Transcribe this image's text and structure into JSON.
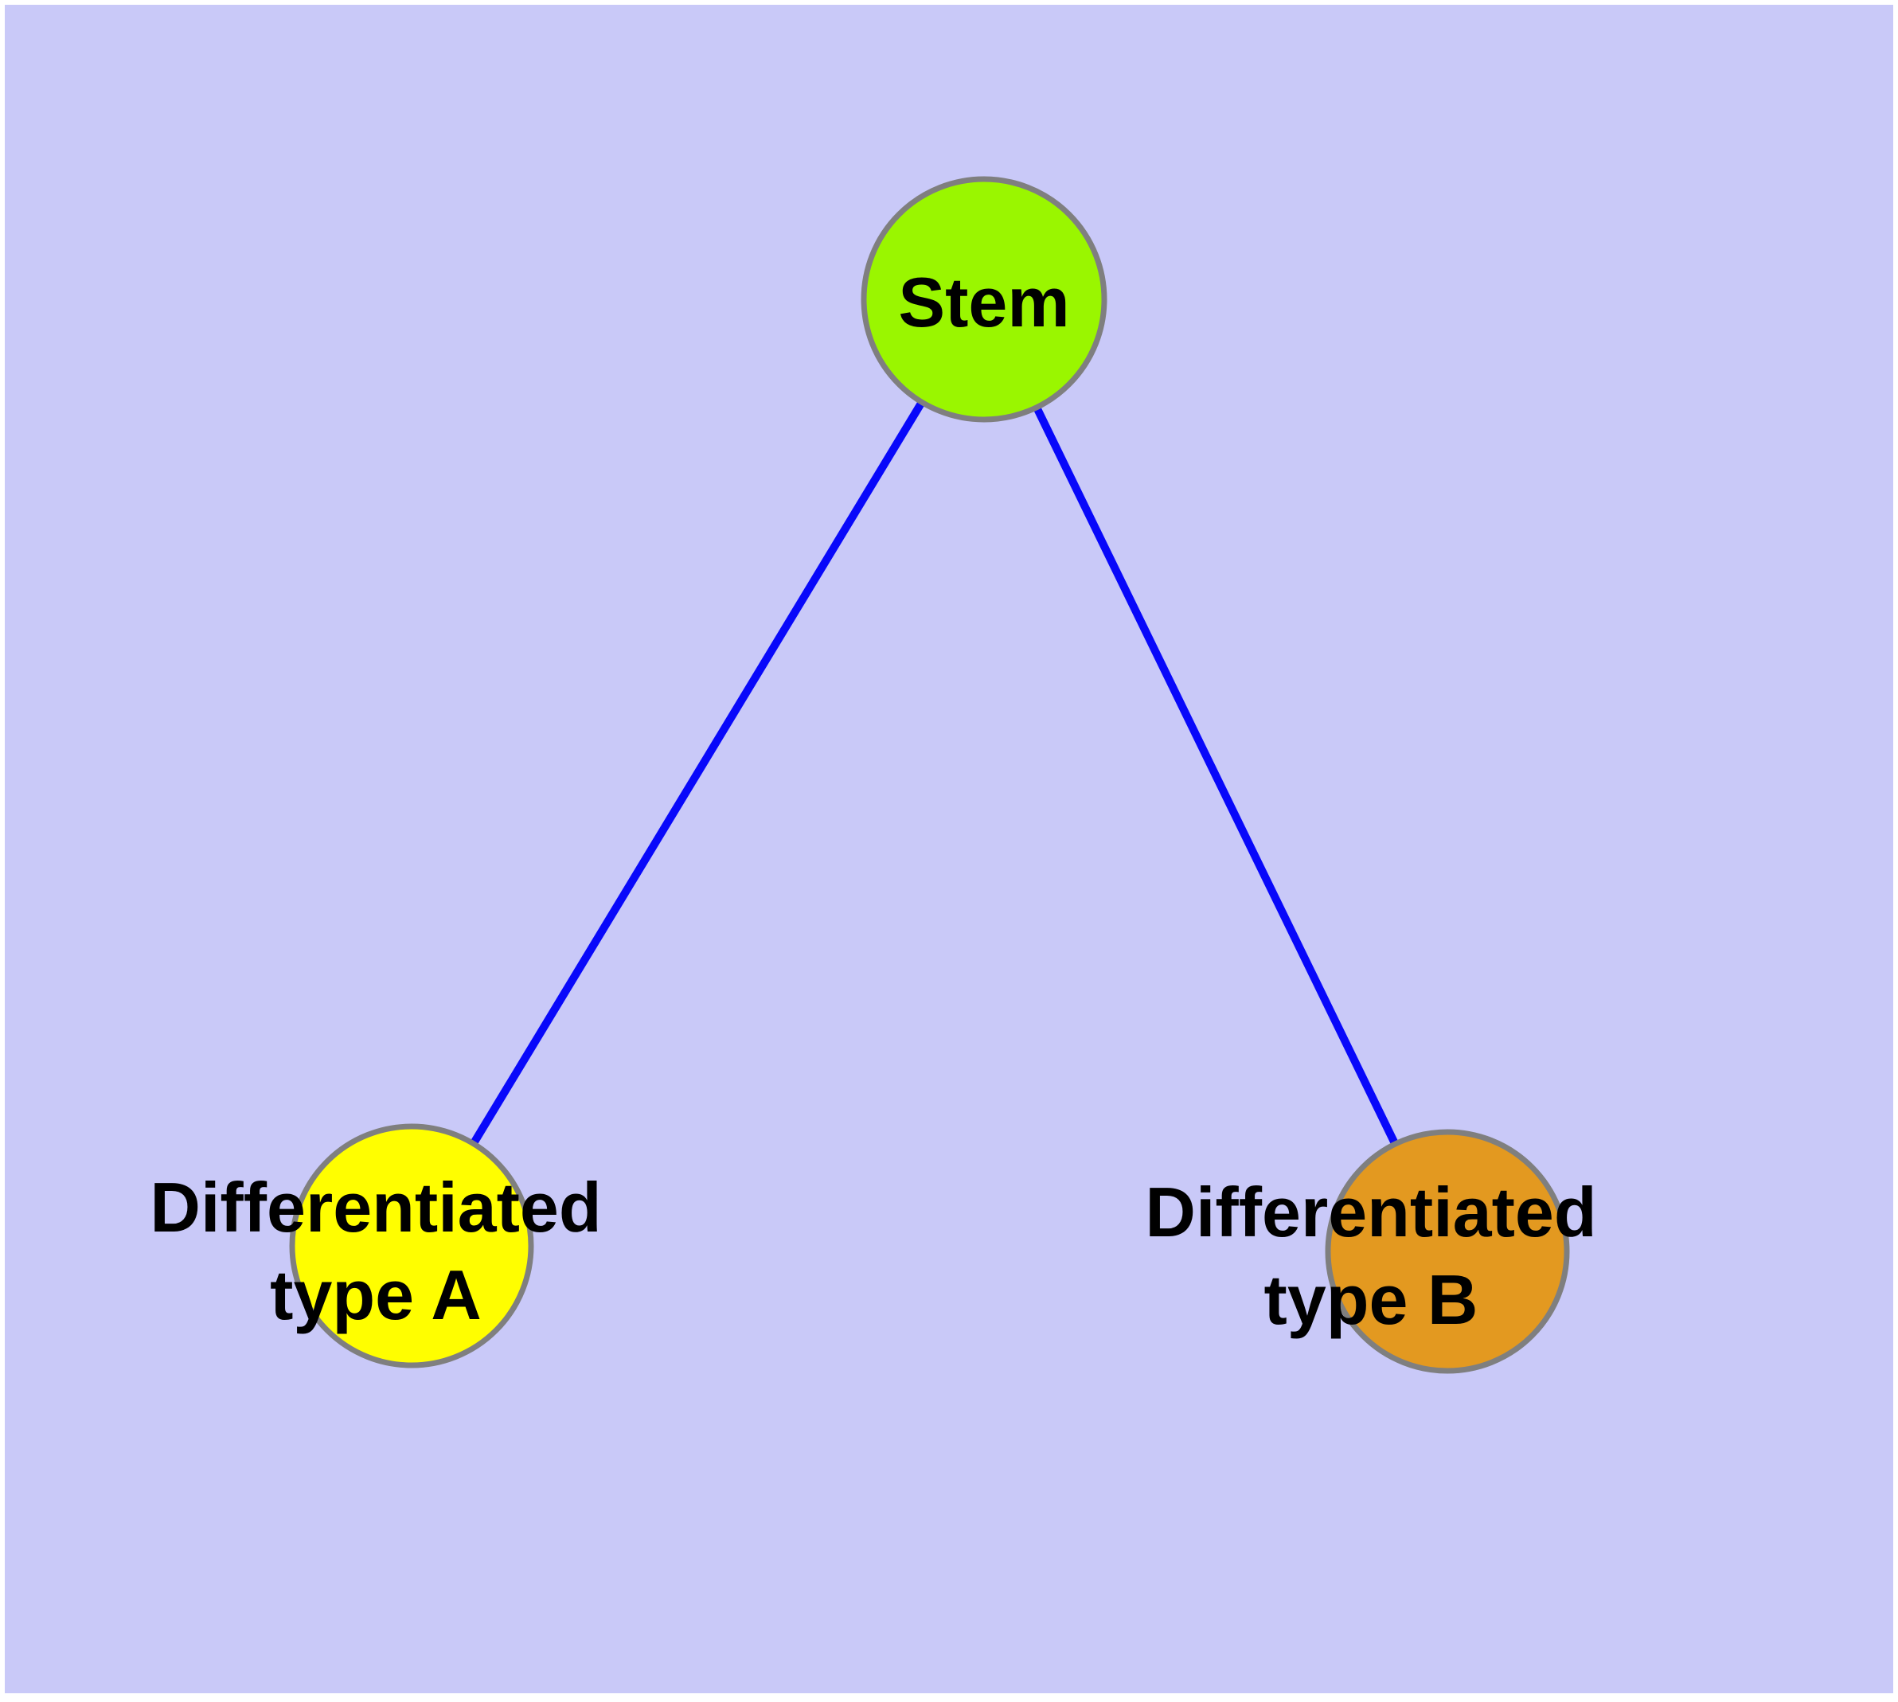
{
  "diagram": {
    "title": "Stem cell differentiation diagram",
    "background_color": "#C9C9F8",
    "margin_color": "#FFFFFF",
    "edge_color": "#0808FA",
    "node_border_color": "#7F7F7F",
    "label_color": "#000000",
    "nodes": [
      {
        "id": "stem",
        "label": "Stem",
        "fill": "#9AF600"
      },
      {
        "id": "type-a",
        "label": "Differentiated\ntype A",
        "fill": "#FFFE00"
      },
      {
        "id": "type-b",
        "label": "Differentiated\ntype B",
        "fill": "#E39920"
      }
    ],
    "edges": [
      {
        "from": "Stem",
        "to": "Differentiated type A"
      },
      {
        "from": "Stem",
        "to": "Differentiated type B"
      }
    ]
  }
}
